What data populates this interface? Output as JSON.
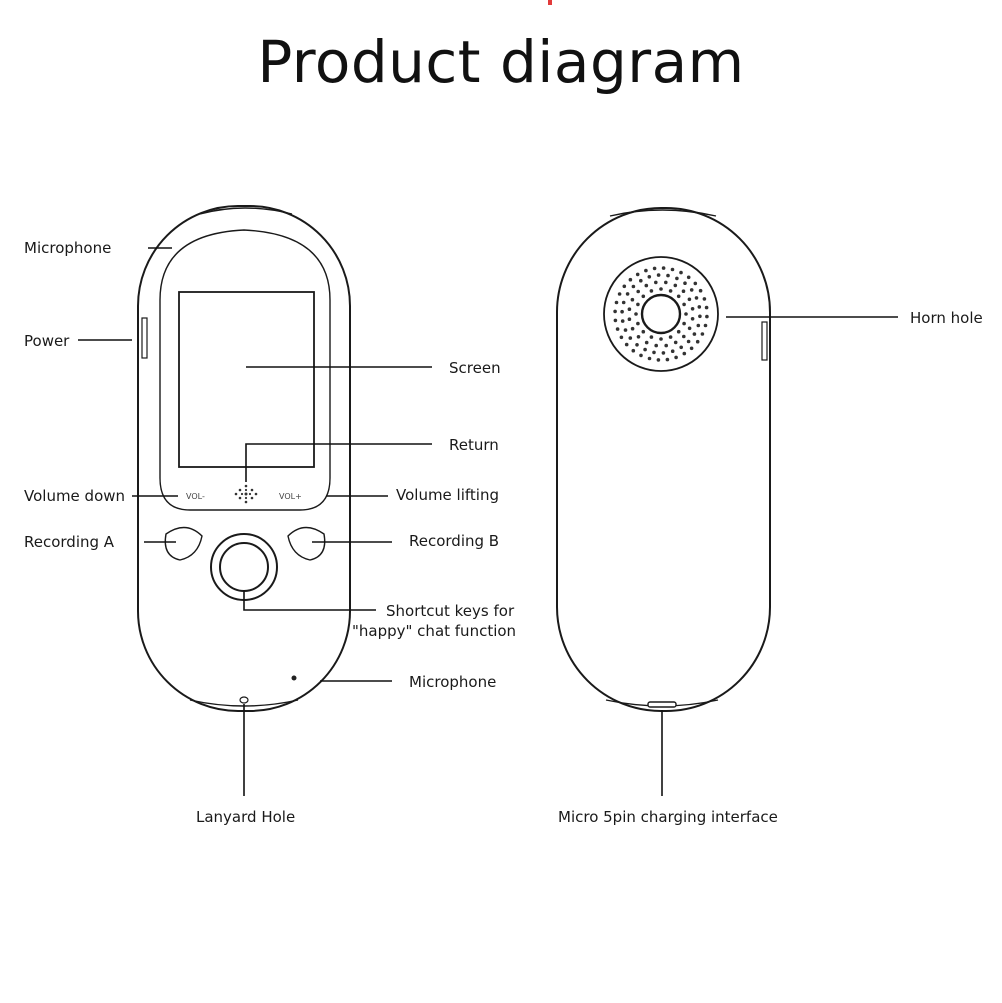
{
  "title": "Product diagram",
  "front": {
    "labels": {
      "microphone_top": "Microphone",
      "power": "Power",
      "screen": "Screen",
      "return": "Return",
      "volume_down": "Volume down",
      "volume_lifting": "Volume lifting",
      "recording_a": "Recording A",
      "recording_b": "Recording B",
      "shortcut_line1": "Shortcut keys for",
      "shortcut_line2": "\"happy\" chat function",
      "microphone_bottom": "Microphone",
      "lanyard_hole": "Lanyard Hole"
    },
    "button_text": {
      "vol_minus": "VOL-",
      "vol_plus": "VOL+"
    }
  },
  "back": {
    "labels": {
      "horn_hole": "Horn hole",
      "charging": "Micro 5pin charging interface"
    }
  },
  "colors": {
    "line": "#111111",
    "accent_mark": "#e23a3a"
  }
}
